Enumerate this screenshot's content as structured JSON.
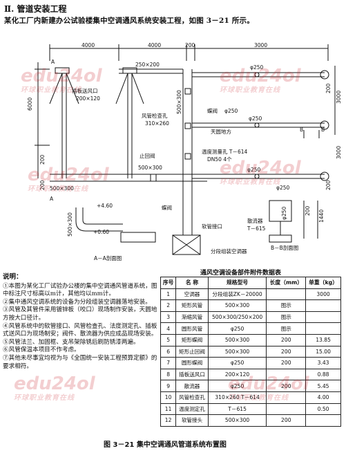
{
  "heading": "Ⅱ. 管道安装工程",
  "intro": "某化工厂内新建办公试验楼集中空调通风系统安装工程，如图 3－21 所示。",
  "plan": {
    "dims_top": [
      "4000",
      "4000",
      "200",
      "3000"
    ],
    "dim_250": "250×200",
    "dim_6000": "6000",
    "dim_3000": "3000",
    "dim_3000b": "3000",
    "dim_200_left": "200",
    "dim_200_left2": "200",
    "dim_200_right": "200",
    "dim_200_right2": "200",
    "dim_500x300_bottom": "500×300",
    "dim_500x300_vert": "500×300",
    "dim_500x300_mid": "500×300",
    "label_inlet": "插板送风口",
    "label_inlet_size": "200×120",
    "label_access": "风管检查孔",
    "label_access_size": "310×260",
    "label_check_valve": "止回阀",
    "label_butterfly": "蝶阀",
    "label_butterfly_size": "φ250",
    "label_ceiling": "天圆地方",
    "label_temp": "温度测量孔 T－614",
    "label_dn": "DN50  4个",
    "label_phi250_top": "φ250",
    "label_phi250_mid": "φ250",
    "label_phi250_low": "φ250",
    "label_phi250_right": "φ250",
    "label_butterfly2": "蝶阀",
    "label_soft": "软管接口",
    "label_unit": "分段组装空调器",
    "label_A_top": "A",
    "label_A_bot": "A",
    "label_B_1": "B",
    "label_B_2": "B"
  },
  "section_aa": {
    "elev1": "+4.60",
    "elev2": "+0.60",
    "dim": "500×300",
    "title": "A－A剖面图"
  },
  "section_bb": {
    "label_diffuser": "散流器",
    "label_diffuser_code": "T－615",
    "dim_phi": "φ250",
    "dim_200": "200",
    "dim_1440": "1440",
    "title": "B－B剖面图"
  },
  "notes": {
    "heading": "说明：",
    "items": [
      "①本图为某化工厂试验办公楼的集中空调通风管道系统，图中标注尺寸标高以m计，其他均以mm计。",
      "②集中通风空调系统的设备为分段组装空调器落地安装。",
      "③风管及其管件采用镀锌板（咬口）现场制作安装，天圆地方按大口径计。",
      "④风管系统中的软管接口、风管检查孔、法度测定孔、插板式送风口为现场制安；阀件、散流器为供应成品现场安装。",
      "⑤风管法兰、加固框、支吊架除锈后刷防锈漆两遍。",
      "⑥风管保温本项目不作考虑。",
      "⑦其他未尽事宜均视为与《全国统一安装工程预算定额》的要求相符。"
    ]
  },
  "table": {
    "title": "通风空调设备部件附件数据表",
    "headers": [
      "序号",
      "名 称",
      "规格型号",
      "长度（mm）",
      "单重（kg）"
    ],
    "rows": [
      [
        "1",
        "空调器",
        "分段组装ZK－20000",
        "",
        "3000"
      ],
      [
        "2",
        "矩形风管",
        "500×300",
        "图示",
        ""
      ],
      [
        "3",
        "渐缩风管",
        "500×300/250×200",
        "图示",
        ""
      ],
      [
        "4",
        "圆形风管",
        "φ250",
        "图示",
        ""
      ],
      [
        "5",
        "矩形蝶阀",
        "500×300",
        "200",
        "13.85"
      ],
      [
        "6",
        "矩形止回阀",
        "500×300",
        "200",
        "15.00"
      ],
      [
        "7",
        "圆形蝶阀",
        "φ250",
        "200",
        "3.43"
      ],
      [
        "8",
        "插板送风口",
        "200×120",
        "",
        "0.88"
      ],
      [
        "9",
        "散流器",
        "φ250",
        "200",
        "5.45"
      ],
      [
        "10",
        "风管检查孔",
        "310×260 T－614",
        "",
        "4.00"
      ],
      [
        "11",
        "温度测定孔",
        "T－615",
        "",
        "0.50"
      ],
      [
        "12",
        "软管接头",
        "500×300",
        "200",
        ""
      ]
    ]
  },
  "caption": "图 3－21    集中空调通风管道系统布置图",
  "watermarks": {
    "brand": "edu24ol",
    "slogan": "环球职业教育在线"
  },
  "colors": {
    "line": "#111111",
    "watermark": "#c81e28"
  }
}
